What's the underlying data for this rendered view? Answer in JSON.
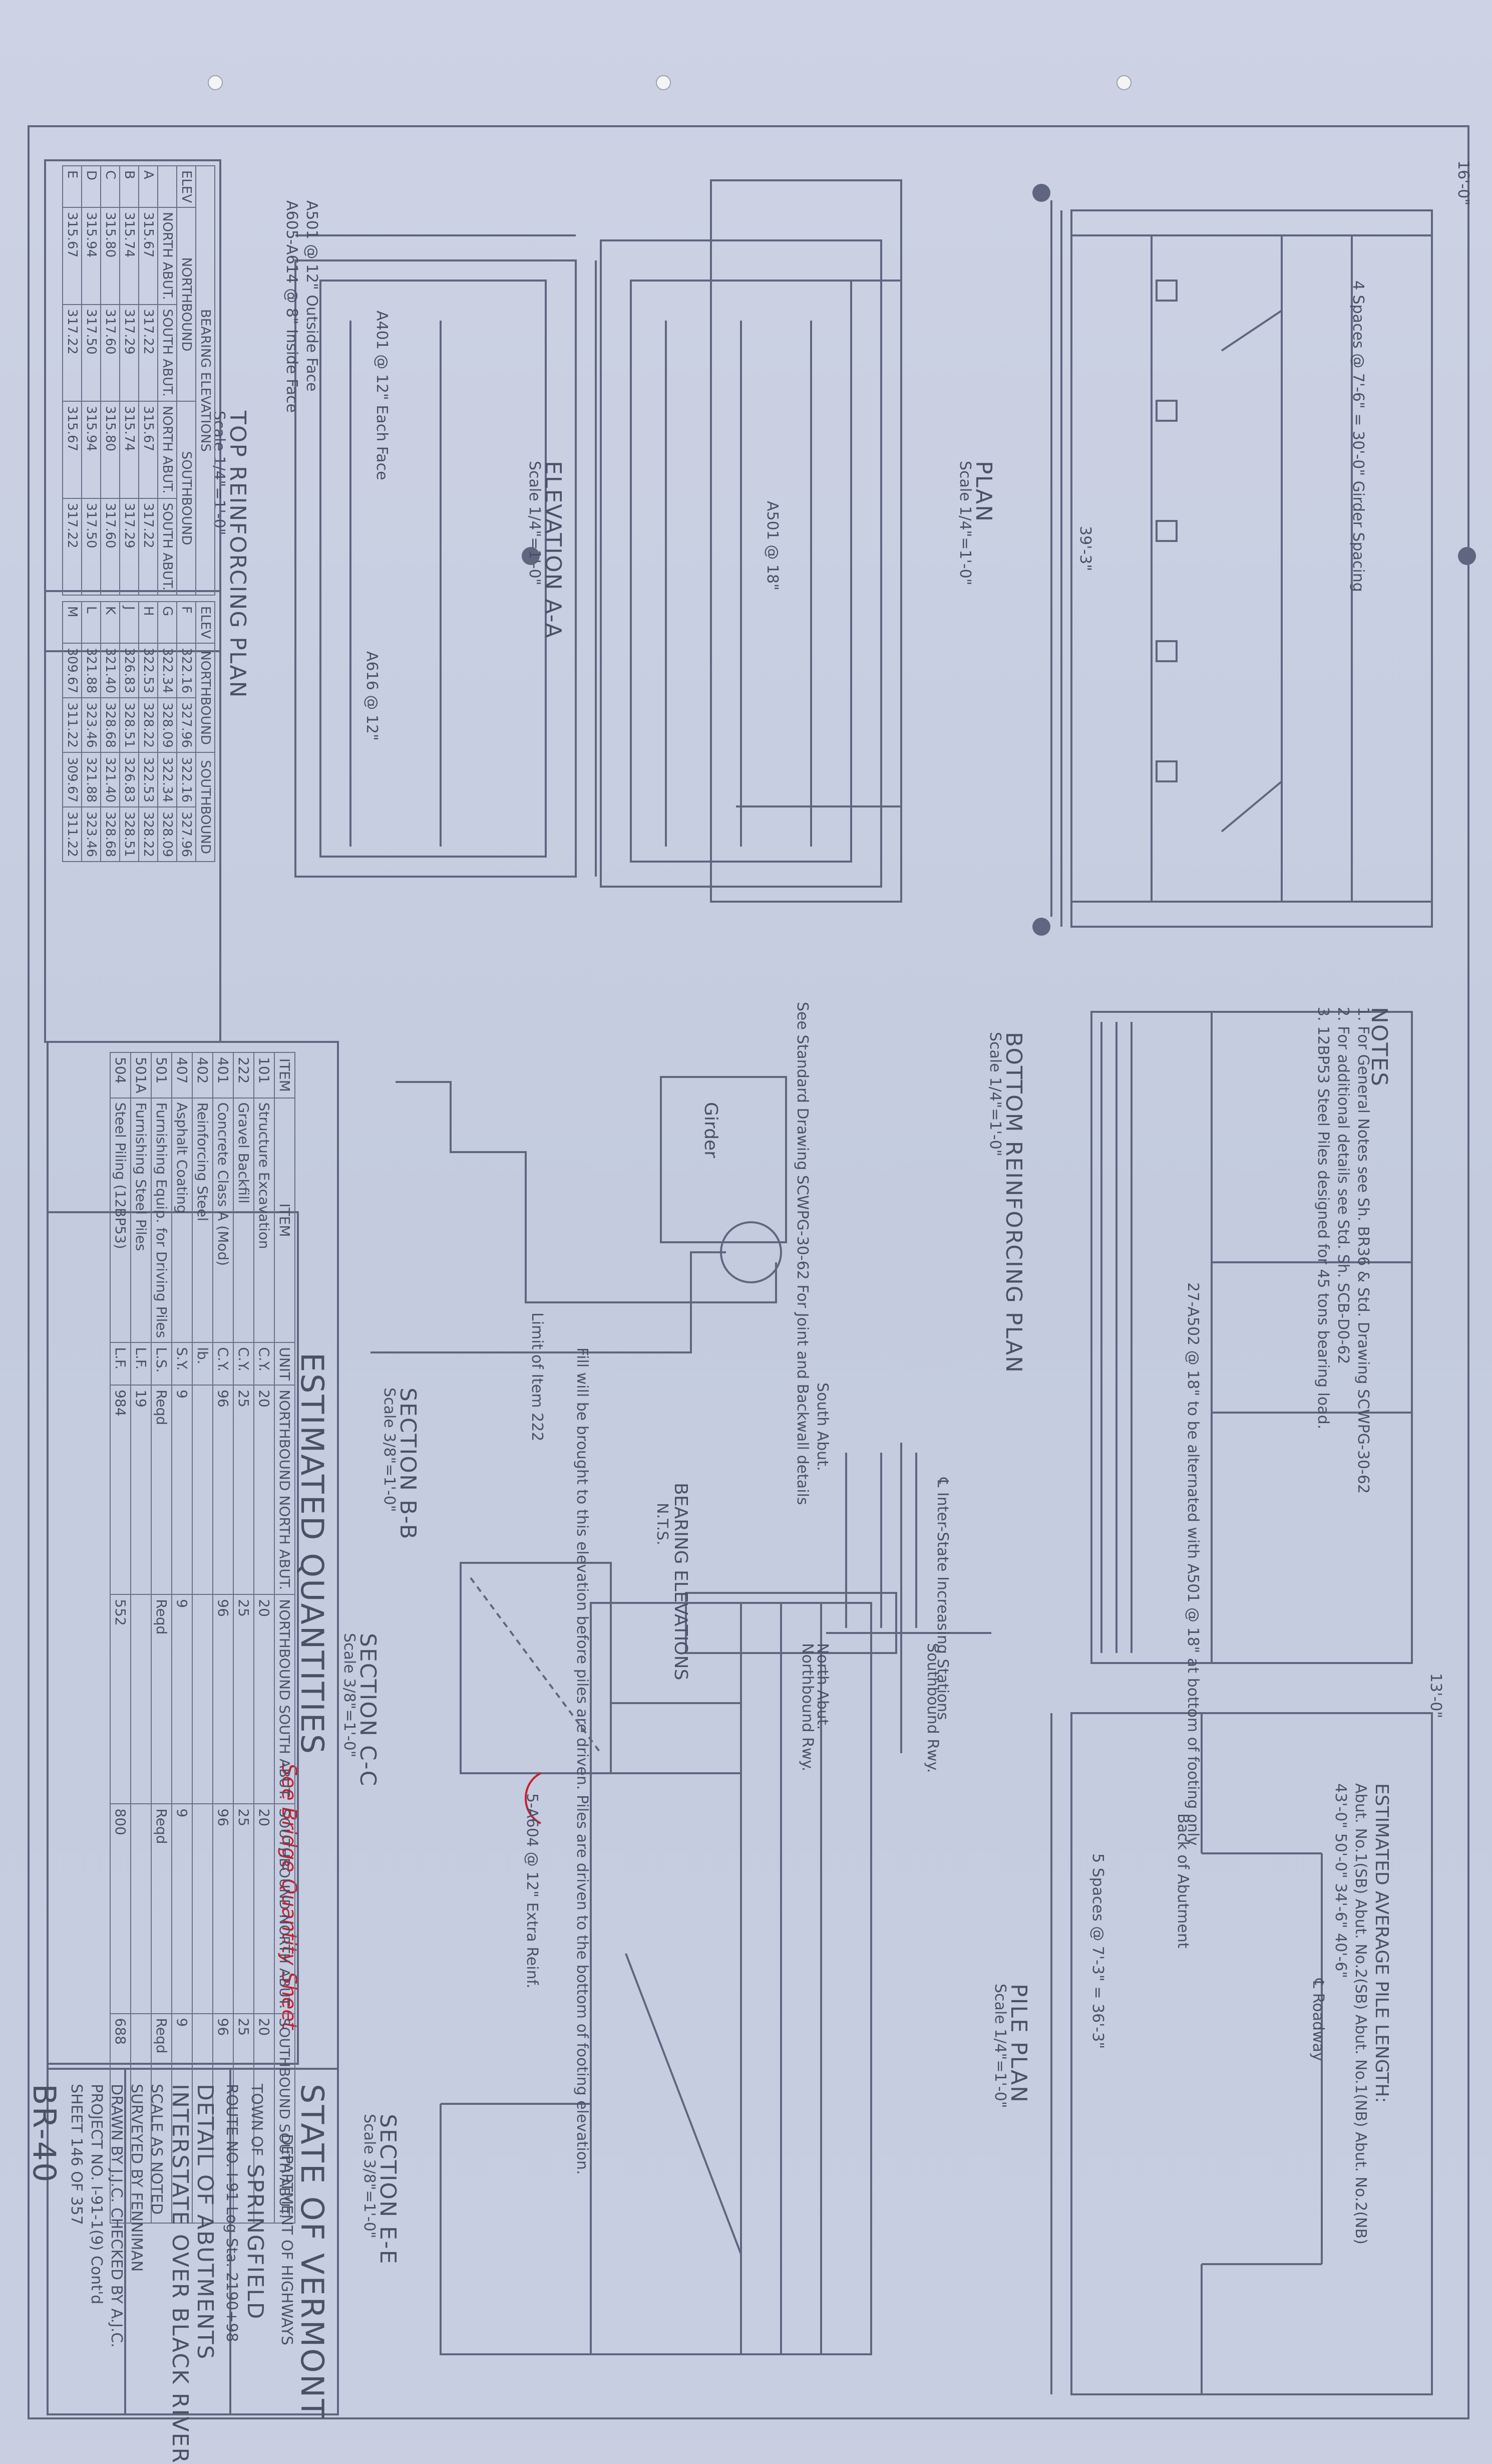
{
  "notes": {
    "heading": "NOTES",
    "line1": "1. For General Notes see Sh. BR36 & Std. Drawing SCWPG-30-62",
    "line2": "2. For additional details see Std. Sh. SCB-D0-62",
    "line3": "3. 12BP53 Steel Piles designed for 45 tons bearing load."
  },
  "pile_length": {
    "heading": "ESTIMATED AVERAGE PILE LENGTH:",
    "line1": "Abut. No.1(SB)  Abut. No.2(SB)  Abut. No.1(NB)  Abut. No.2(NB)",
    "line2": "43'-0\"  50'-0\"  34'-6\"  40'-6\""
  },
  "views": {
    "plan": "PLAN",
    "plan_scale": "Scale 1/4\"=1'-0\"",
    "elevation_aa": "ELEVATION A-A",
    "elevation_scale": "Scale 1/4\"=1'-0\"",
    "top_reinforcing": "TOP REINFORCING PLAN",
    "top_reinforcing_scale": "Scale 1/4\"=1'-0\"",
    "bottom_reinforcing": "BOTTOM REINFORCING PLAN",
    "bottom_reinforcing_scale": "Scale 1/4\"=1'-0\"",
    "pile_plan": "PILE PLAN",
    "pile_plan_scale": "Scale 1/4\"=1'-0\"",
    "section_bb": "SECTION B-B",
    "section_bb_scale": "Scale 3/8\"=1'-0\"",
    "section_cc": "SECTION C-C",
    "section_cc_scale": "Scale 3/8\"=1'-0\"",
    "section_ee": "SECTION E-E",
    "section_ee_scale": "Scale 3/8\"=1'-0\"",
    "bearing_elevations": "BEARING ELEVATIONS",
    "bearing_nts": "N.T.S."
  },
  "labels": {
    "dim_16": "16'-0\"",
    "dim_39": "39'-3\"",
    "dim_13": "13'-0\"",
    "girder_spacing": "4 Spaces @ 7'-6\" = 30'-0\" Girder Spacing",
    "pile_spacing": "5 Spaces @ 7'-3\" = 36'-3\"",
    "roadway": "℄ Roadway",
    "back_of_abutment": "Back of Abutment",
    "a501": "A501 @ 12\" Outside Face",
    "a605": "A605-A614 @ 8\" Inside Face",
    "a401": "A401 @ 12\" Each Face",
    "a616": "A616 @ 12\"",
    "a501_18": "A501 @ 18\"",
    "girder": "Girder",
    "limit_222": "Limit of Item 222",
    "extra_reinf": "5-A604 @ 12\" Extra Reinf.",
    "see_std": "See Standard Drawing SCWPG-30-62 For Joint and Backwall details",
    "fill_note": "Fill will be brought to this elevation before piles are driven. Piles are driven to the bottom of footing elevation.",
    "interstate": "℄ Inter-State Increasing Stations",
    "north_abut": "North Abut.",
    "south_abut": "South Abut.",
    "northbound_rwy": "Northbound Rwy.",
    "southbound_rwy": "Southbound Rwy.",
    "alternate": "27-A502 @ 18\" to be alternated with A501 @ 18\" at bottom of footing only",
    "red_note": "See Bridge Quantity Sheet"
  },
  "bearing_table": {
    "title": "BEARING ELEVATIONS",
    "headers": [
      "ELEV",
      "NORTHBOUND",
      "SOUTHBOUND"
    ],
    "subheaders": [
      "",
      "NORTH ABUT.",
      "SOUTH ABUT.",
      "NORTH ABUT.",
      "SOUTH ABUT."
    ],
    "rows": [
      [
        "A",
        "315.67",
        "317.22",
        "315.67",
        "317.22"
      ],
      [
        "B",
        "315.74",
        "317.29",
        "315.74",
        "317.29"
      ],
      [
        "C",
        "315.80",
        "317.60",
        "315.80",
        "317.60"
      ],
      [
        "D",
        "315.94",
        "317.50",
        "315.94",
        "317.50"
      ],
      [
        "E",
        "315.67",
        "317.22",
        "315.67",
        "317.22"
      ]
    ]
  },
  "bearing_table2": {
    "headers": [
      "ELEV",
      "NORTHBOUND",
      "SOUTHBOUND"
    ],
    "rows": [
      [
        "F",
        "322.16",
        "327.96",
        "322.16",
        "327.96"
      ],
      [
        "G",
        "322.34",
        "328.09",
        "322.34",
        "328.09"
      ],
      [
        "H",
        "322.53",
        "328.22",
        "322.53",
        "328.22"
      ],
      [
        "J",
        "326.83",
        "328.51",
        "326.83",
        "328.51"
      ],
      [
        "K",
        "321.40",
        "328.68",
        "321.40",
        "328.68"
      ],
      [
        "L",
        "321.88",
        "323.46",
        "321.88",
        "323.46"
      ],
      [
        "M",
        "309.67",
        "311.22",
        "309.67",
        "311.22"
      ]
    ]
  },
  "quantities": {
    "title": "ESTIMATED QUANTITIES",
    "headers": [
      "ITEM",
      "ITEM",
      "UNIT",
      "NORTHBOUND NORTH ABUT.",
      "NORTHBOUND SOUTH ABUT.",
      "SOUTHBOUND NORTH ABUT.",
      "SOUTHBOUND SOUTH ABUT."
    ],
    "rows": [
      [
        "101",
        "Structure Excavation",
        "C.Y.",
        "20",
        "20",
        "20",
        "20"
      ],
      [
        "222",
        "Gravel Backfill",
        "C.Y.",
        "25",
        "25",
        "25",
        "25"
      ],
      [
        "401",
        "Concrete Class A (Mod)",
        "C.Y.",
        "96",
        "96",
        "96",
        "96"
      ],
      [
        "402",
        "Reinforcing Steel",
        "lb.",
        "",
        "",
        "",
        ""
      ],
      [
        "407",
        "Asphalt Coating",
        "S.Y.",
        "9",
        "9",
        "9",
        "9"
      ],
      [
        "501",
        "Furnishing Equip. for Driving Piles",
        "L.S.",
        "Reqd",
        "Reqd",
        "Reqd",
        "Reqd"
      ],
      [
        "501A",
        "Furnishing Steel Piles",
        "L.F.",
        "19",
        "",
        "",
        ""
      ],
      [
        "504",
        "Steel Piling (12BP53)",
        "L.F.",
        "984",
        "552",
        "800",
        "688"
      ]
    ]
  },
  "title_block": {
    "state": "STATE OF VERMONT",
    "department": "DEPARTMENT OF HIGHWAYS",
    "town_label": "TOWN OF",
    "town": "SPRINGFIELD",
    "route": "ROUTE NO. I-91   Log Sta. 2190+98",
    "detail": "DETAIL OF ABUTMENTS",
    "project": "INTERSTATE OVER BLACK RIVER",
    "scale": "SCALE  AS NOTED",
    "surveyed": "SURVEYED BY  FENNIMAN",
    "drawn": "DRAWN BY  J.J.C.  CHECKED BY  A.J.C.",
    "project_no": "PROJECT NO.  I-91-1(9) Cont'd",
    "sheet": "SHEET 146 OF 357",
    "code": "BR-40"
  },
  "colors": {
    "paper": "#c8cee2",
    "line": "#5f6680",
    "red": "#c8202c"
  }
}
